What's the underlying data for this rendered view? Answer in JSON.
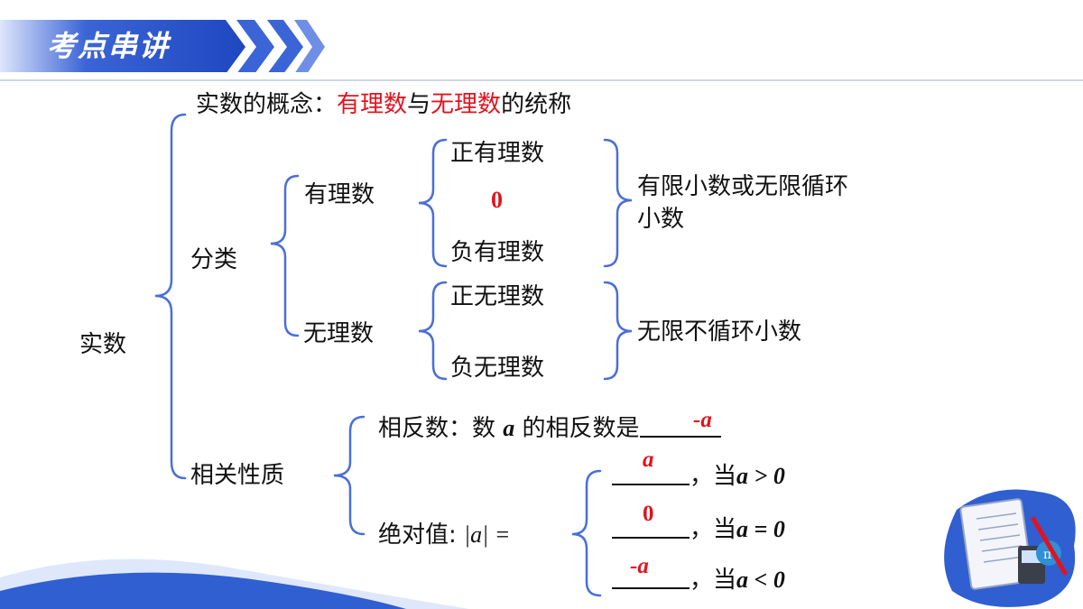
{
  "header": {
    "title": "考点串讲"
  },
  "root": {
    "label": "实数"
  },
  "concept": {
    "prefix": "实数的概念：",
    "rational": "有理数",
    "mid": "与",
    "irrational": "无理数",
    "suffix": "的统称"
  },
  "classification": {
    "label": "分类",
    "rational": {
      "label": "有理数",
      "items": [
        "正有理数",
        "0",
        "负有理数"
      ],
      "note": "有限小数或无限循环小数"
    },
    "irrational": {
      "label": "无理数",
      "items": [
        "正无理数",
        "负无理数"
      ],
      "note": "无限不循环小数"
    }
  },
  "properties": {
    "label": "相关性质",
    "opposite": {
      "prefix": "相反数：数",
      "var": "a",
      "suffix": "的相反数是",
      "answer": "-a"
    },
    "absolute": {
      "label": "绝对值:",
      "expr": "|a| =",
      "cases": [
        {
          "answer": "a",
          "cond_prefix": "，当",
          "cond": "a > 0"
        },
        {
          "answer": "0",
          "cond_prefix": "，当",
          "cond": "a = 0"
        },
        {
          "answer": "-a",
          "cond_prefix": "，当",
          "cond": "a < 0"
        }
      ]
    }
  },
  "colors": {
    "accent": "#2b55c8",
    "brace": "#4a6fd8",
    "highlight": "#e0141e"
  },
  "icons": [
    "chevron-right-icon",
    "math-notebook-icon"
  ]
}
